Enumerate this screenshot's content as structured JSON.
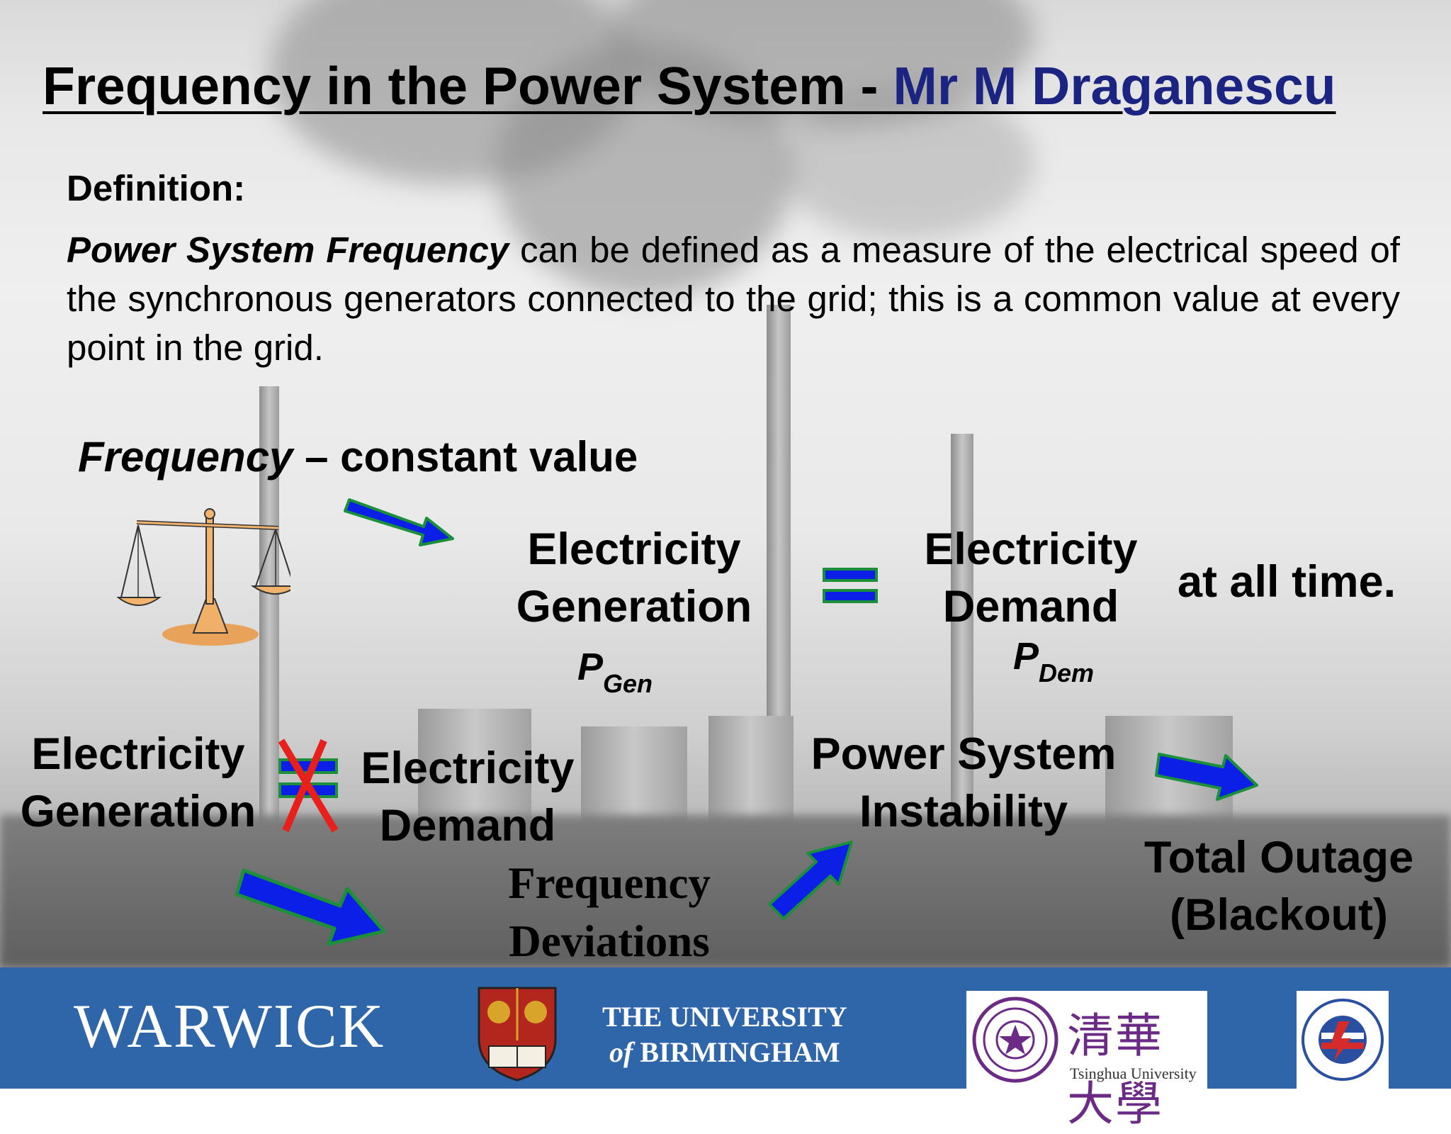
{
  "title": {
    "main": "Frequency in the Power System  - ",
    "author": "Mr M Draganescu"
  },
  "definition": {
    "heading": "Definition:",
    "term": "Power System Frequency",
    "text": " can be defined as a measure of the electrical speed of the synchronous generators connected to the grid; this is a common value at every point in the grid."
  },
  "balance": {
    "freq_italic": "Frequency",
    "freq_rest": " – constant value",
    "gen_line1": "Electricity",
    "gen_line2": "Generation",
    "p_gen": "P",
    "p_gen_sub": "Gen",
    "dem_line1": "Electricity",
    "dem_line2": "Demand",
    "p_dem": "P",
    "p_dem_sub": "Dem",
    "suffix": "at all time."
  },
  "imbalance": {
    "gen_line1": "Electricity",
    "gen_line2": "Generation",
    "dem_line1": "Electricity",
    "dem_line2": "Demand",
    "dev_line1": "Frequency",
    "dev_line2": "Deviations",
    "inst_line1": "Power System",
    "inst_line2": "Instability",
    "out_line1": "Total Outage",
    "out_line2": "(Blackout)"
  },
  "footer": {
    "warwick": "WARWICK",
    "bham_line1": "THE UNIVERSITY",
    "bham_of": "of",
    "bham_line2": " BIRMINGHAM",
    "tsinghua_cn": "清華大學",
    "tsinghua_en": "Tsinghua University"
  },
  "colors": {
    "arrow_fill": "#0b1fe6",
    "arrow_stroke": "#1c8f3a",
    "author": "#1c2481",
    "footer": "#2f66a9",
    "cross": "#e8201c"
  }
}
